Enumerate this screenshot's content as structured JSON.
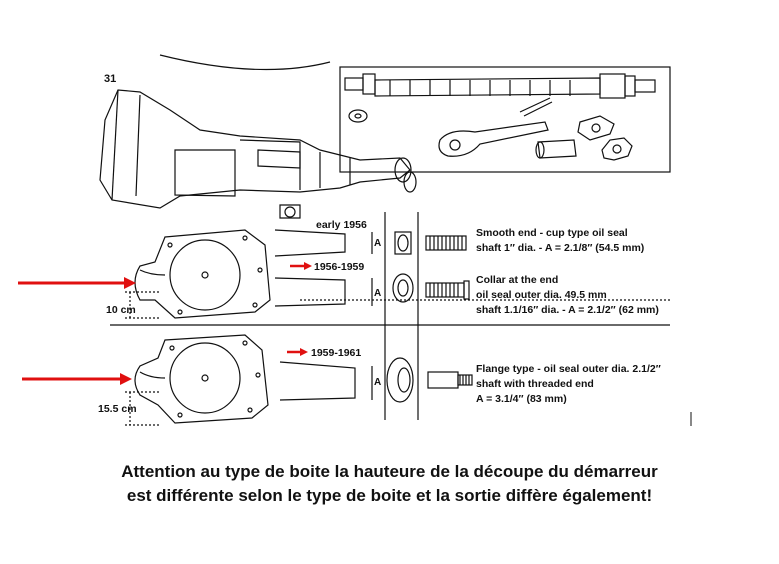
{
  "figure_number": "31",
  "sections": [
    {
      "year_label": "early 1956",
      "dim_label": "A",
      "desc": [
        "Smooth end - cup type oil seal",
        "shaft 1″ dia. - A = 2.1/8″ (54.5 mm)"
      ]
    },
    {
      "year_label": "1956-1959",
      "dim_label": "A",
      "cutout_height": "10 cm",
      "desc": [
        "Collar at the end",
        "oil seal outer dia. 49.5 mm",
        "shaft 1.1/16″ dia. - A = 2.1/2″ (62 mm)"
      ]
    },
    {
      "year_label": "1959-1961",
      "dim_label": "A",
      "cutout_height": "15.5 cm",
      "desc": [
        "Flange type - oil seal outer dia. 2.1/2″",
        "shaft with threaded end",
        "A = 3.1/4″ (83 mm)"
      ]
    }
  ],
  "caption": {
    "line1": "Attention au type de boite la hauteure de la découpe du démarreur",
    "line2": "est différente selon le type de boite et la sortie diffère également!"
  },
  "colors": {
    "arrow": "#e01010",
    "ink": "#111111"
  }
}
